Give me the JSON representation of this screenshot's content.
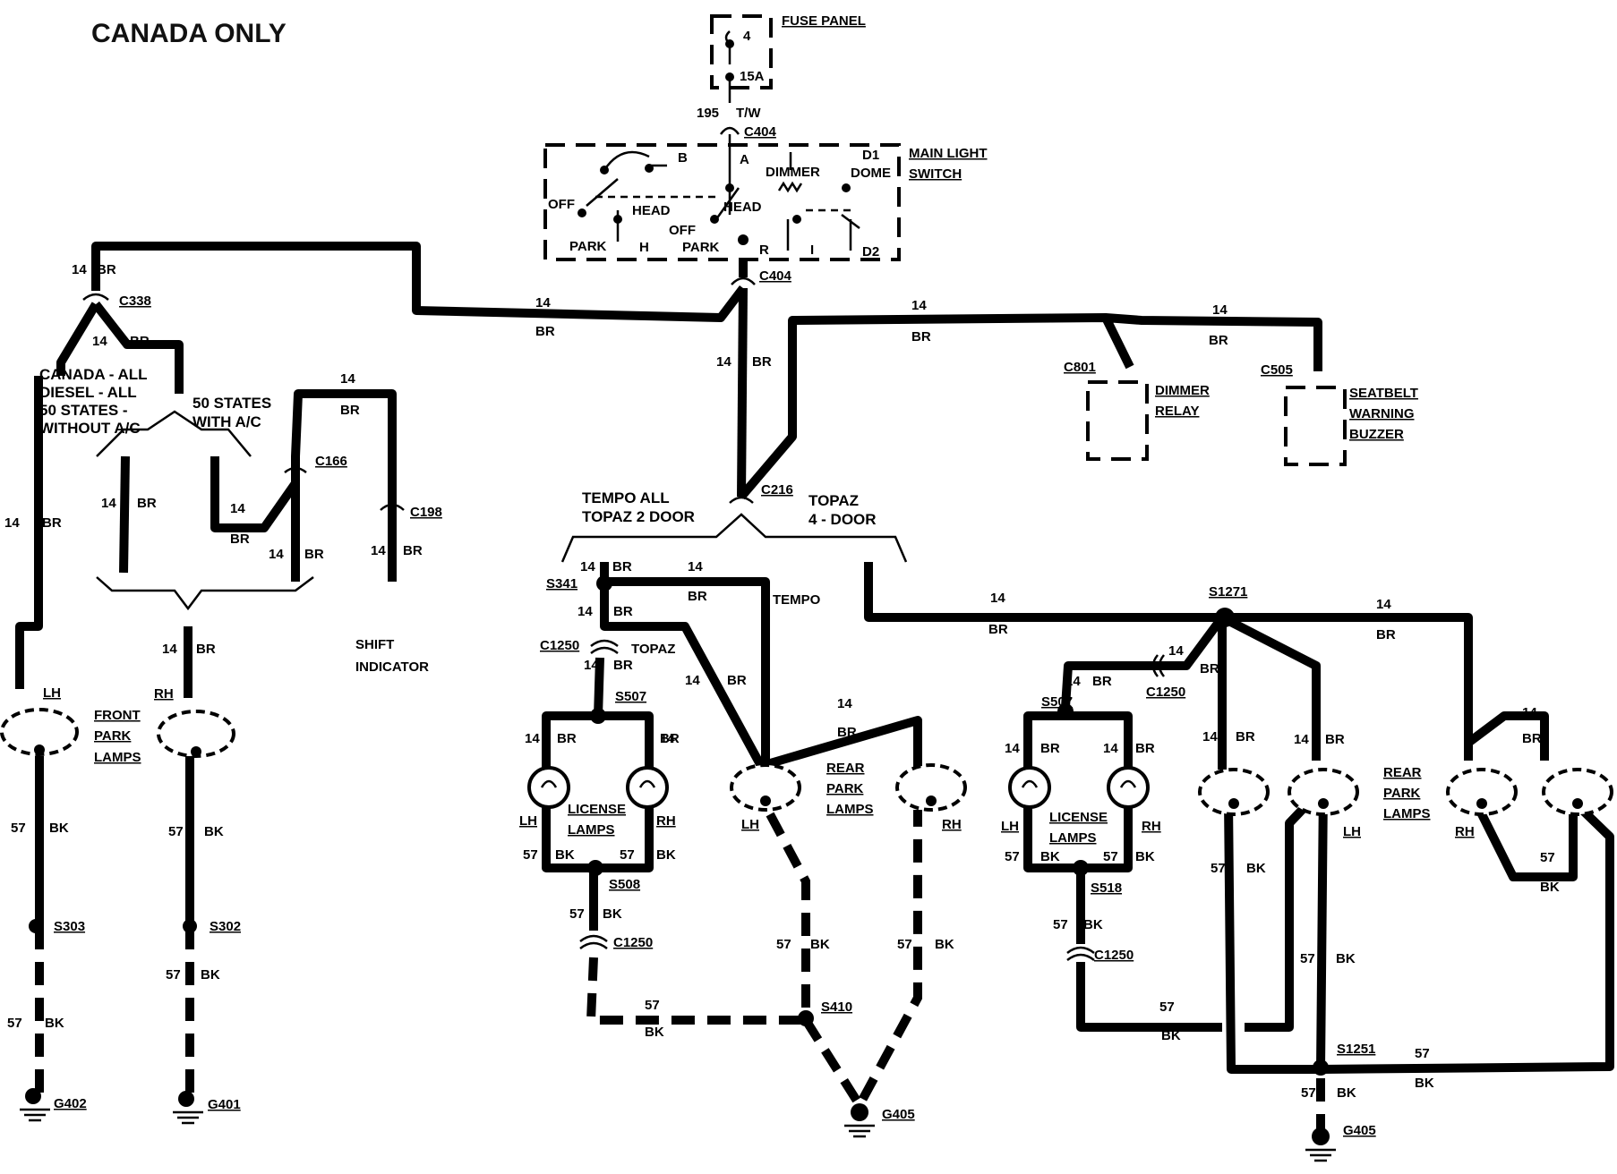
{
  "title": "CANADA ONLY",
  "fuse_panel": {
    "label": "FUSE PANEL",
    "fuse_number": "4",
    "rating": "15A",
    "circuit": "195",
    "wire": "T/W"
  },
  "main_light_switch": {
    "label_line1": "MAIN LIGHT",
    "label_line2": "SWITCH",
    "terminals": {
      "b": "B",
      "a": "A",
      "d1": "D1",
      "dome": "DOME",
      "dimmer": "DIMMER",
      "off1": "OFF",
      "head1": "HEAD",
      "park1": "PARK",
      "h": "H",
      "off2": "OFF",
      "head2": "HEAD",
      "park2": "PARK",
      "r": "R",
      "i": "I",
      "d2": "D2"
    }
  },
  "connectors": {
    "c404_top": "C404",
    "c404_bottom": "C404",
    "c338": "C338",
    "c166": "C166",
    "c198": "C198",
    "c801": "C801",
    "c505": "C505",
    "c216": "C216",
    "c1250_a": "C1250",
    "c1250_b": "C1250",
    "c1250_c": "C1250",
    "c1250_d": "C1250"
  },
  "splices": {
    "s341": "S341",
    "s507_a": "S507",
    "s508": "S508",
    "s410": "S410",
    "s507_b": "S507",
    "s518": "S518",
    "s1271": "S1271",
    "s1251": "S1251",
    "s303": "S303",
    "s302": "S302"
  },
  "grounds": {
    "g402": "G402",
    "g401": "G401",
    "g405_a": "G405",
    "g405_b": "G405"
  },
  "wire_codes": {
    "c14": "14",
    "br": "BR",
    "c57": "57",
    "bk": "BK"
  },
  "labels": {
    "canada_all": "CANADA - ALL",
    "diesel_all": "DIESEL - ALL",
    "fifty_states": "50 STATES -",
    "without_ac": "WITHOUT A/C",
    "fifty_states_with": "50 STATES",
    "with_ac": "WITH A/C",
    "shift": "SHIFT",
    "indicator": "INDICATOR",
    "tempo_all": "TEMPO ALL",
    "topaz_2door": "TOPAZ 2 DOOR",
    "topaz": "TOPAZ",
    "four_door": "4 - DOOR",
    "tempo": "TEMPO",
    "topaz_branch": "TOPAZ",
    "dimmer": "DIMMER",
    "relay": "RELAY",
    "seatbelt": "SEATBELT",
    "warning": "WARNING",
    "buzzer": "BUZZER",
    "front": "FRONT",
    "park": "PARK",
    "lamps": "LAMPS",
    "license": "LICENSE",
    "rear": "REAR",
    "lh": "LH",
    "rh": "RH"
  }
}
